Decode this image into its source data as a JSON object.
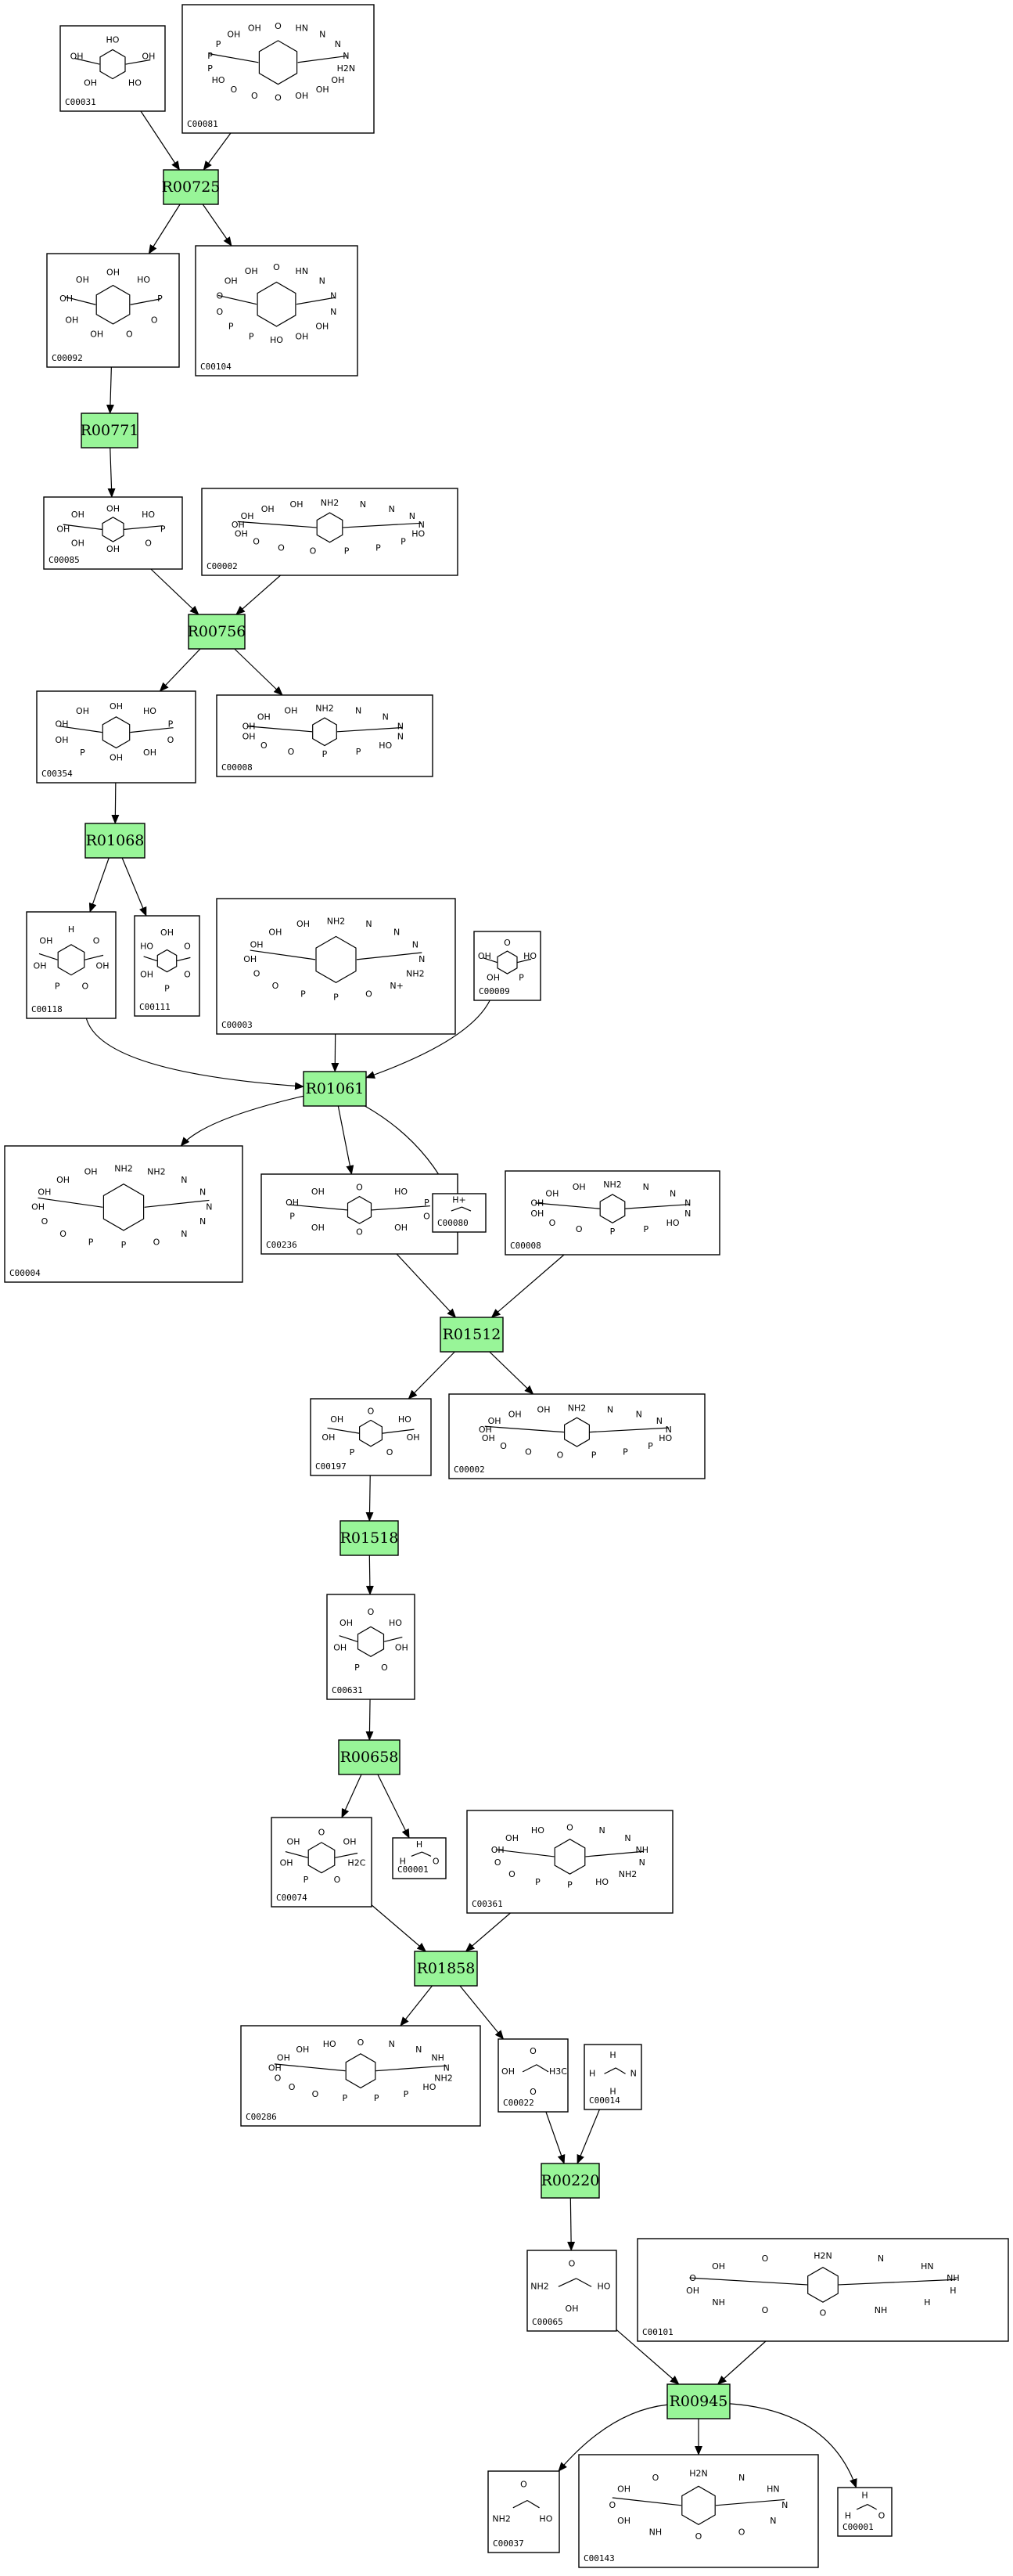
{
  "colors": {
    "reaction_fill": "#98f598",
    "edge": "#000000",
    "compound_border": "#000000"
  },
  "reactions": [
    {
      "id": "r1",
      "label": "R00725"
    },
    {
      "id": "r2",
      "label": "R00771"
    },
    {
      "id": "r3",
      "label": "R00756"
    },
    {
      "id": "r4",
      "label": "R01068"
    },
    {
      "id": "r5",
      "label": "R01061"
    },
    {
      "id": "r6",
      "label": "R01512"
    },
    {
      "id": "r7",
      "label": "R01518"
    },
    {
      "id": "r8",
      "label": "R00658"
    },
    {
      "id": "r9",
      "label": "R01858"
    },
    {
      "id": "r10",
      "label": "R00220"
    },
    {
      "id": "r11",
      "label": "R00945"
    }
  ],
  "compounds": [
    {
      "id": "c1",
      "label": "C00031",
      "atoms": [
        "HO",
        "OH",
        "HO",
        "OH",
        "OH"
      ]
    },
    {
      "id": "c2",
      "label": "C00081",
      "atoms": [
        "O",
        "HN",
        "N",
        "N",
        "N",
        "H2N",
        "OH",
        "OH",
        "OH",
        "O",
        "O",
        "O",
        "HO",
        "P",
        "P",
        "P",
        "OH",
        "OH"
      ]
    },
    {
      "id": "c3",
      "label": "C00092",
      "atoms": [
        "OH",
        "HO",
        "P",
        "O",
        "O",
        "OH",
        "OH",
        "OH",
        "OH"
      ]
    },
    {
      "id": "c4",
      "label": "C00104",
      "atoms": [
        "O",
        "HN",
        "N",
        "N",
        "N",
        "OH",
        "OH",
        "HO",
        "P",
        "P",
        "O",
        "O",
        "OH",
        "OH"
      ]
    },
    {
      "id": "c5",
      "label": "C00085",
      "atoms": [
        "OH",
        "HO",
        "P",
        "O",
        "OH",
        "OH",
        "OH",
        "OH"
      ]
    },
    {
      "id": "c6",
      "label": "C00002",
      "atoms": [
        "NH2",
        "N",
        "N",
        "N",
        "N",
        "HO",
        "P",
        "P",
        "P",
        "O",
        "O",
        "O",
        "OH",
        "OH",
        "OH",
        "OH",
        "OH"
      ]
    },
    {
      "id": "c7",
      "label": "C00354",
      "atoms": [
        "OH",
        "HO",
        "P",
        "O",
        "OH",
        "OH",
        "P",
        "OH",
        "OH",
        "OH"
      ]
    },
    {
      "id": "c8",
      "label": "C00008",
      "atoms": [
        "NH2",
        "N",
        "N",
        "N",
        "N",
        "HO",
        "P",
        "P",
        "O",
        "O",
        "OH",
        "OH",
        "OH",
        "OH"
      ]
    },
    {
      "id": "c9",
      "label": "C00118",
      "atoms": [
        "H",
        "O",
        "OH",
        "O",
        "P",
        "OH",
        "OH"
      ]
    },
    {
      "id": "c10",
      "label": "C00111",
      "atoms": [
        "OH",
        "O",
        "O",
        "P",
        "OH",
        "HO"
      ]
    },
    {
      "id": "c11",
      "label": "C00003",
      "atoms": [
        "NH2",
        "N",
        "N",
        "N",
        "N",
        "NH2",
        "N+",
        "O",
        "P",
        "P",
        "O",
        "O",
        "OH",
        "OH",
        "OH",
        "OH"
      ]
    },
    {
      "id": "c12",
      "label": "C00009",
      "atoms": [
        "O",
        "HO",
        "P",
        "OH",
        "OH"
      ]
    },
    {
      "id": "c13",
      "label": "C00004",
      "atoms": [
        "NH2",
        "NH2",
        "N",
        "N",
        "N",
        "N",
        "N",
        "O",
        "P",
        "P",
        "O",
        "O",
        "OH",
        "OH",
        "OH",
        "OH"
      ]
    },
    {
      "id": "c14",
      "label": "C00236",
      "atoms": [
        "O",
        "HO",
        "P",
        "O",
        "OH",
        "O",
        "OH",
        "P",
        "OH",
        "OH"
      ]
    },
    {
      "id": "c15",
      "label": "C00080",
      "atoms": [
        "H+"
      ]
    },
    {
      "id": "c16",
      "label": "C00008",
      "atoms": [
        "NH2",
        "N",
        "N",
        "N",
        "N",
        "HO",
        "P",
        "P",
        "O",
        "O",
        "OH",
        "OH",
        "OH",
        "OH"
      ]
    },
    {
      "id": "c17",
      "label": "C00197",
      "atoms": [
        "O",
        "HO",
        "OH",
        "O",
        "P",
        "OH",
        "OH"
      ]
    },
    {
      "id": "c18",
      "label": "C00002",
      "atoms": [
        "NH2",
        "N",
        "N",
        "N",
        "N",
        "HO",
        "P",
        "P",
        "P",
        "O",
        "O",
        "O",
        "OH",
        "OH",
        "OH",
        "OH",
        "OH"
      ]
    },
    {
      "id": "c19",
      "label": "C00631",
      "atoms": [
        "O",
        "HO",
        "OH",
        "O",
        "P",
        "OH",
        "OH"
      ]
    },
    {
      "id": "c20",
      "label": "C00074",
      "atoms": [
        "O",
        "OH",
        "H2C",
        "O",
        "P",
        "OH",
        "OH"
      ]
    },
    {
      "id": "c21",
      "label": "C00001",
      "atoms": [
        "H",
        "O",
        "H"
      ]
    },
    {
      "id": "c22",
      "label": "C00361",
      "atoms": [
        "O",
        "N",
        "N",
        "NH",
        "N",
        "NH2",
        "HO",
        "P",
        "P",
        "O",
        "O",
        "OH",
        "OH",
        "HO"
      ]
    },
    {
      "id": "c23",
      "label": "C00286",
      "atoms": [
        "O",
        "N",
        "N",
        "NH",
        "N",
        "NH2",
        "HO",
        "P",
        "P",
        "P",
        "O",
        "O",
        "O",
        "OH",
        "OH",
        "OH",
        "HO"
      ]
    },
    {
      "id": "c24",
      "label": "C00022",
      "atoms": [
        "O",
        "H3C",
        "O",
        "OH"
      ]
    },
    {
      "id": "c25",
      "label": "C00014",
      "atoms": [
        "H",
        "N",
        "H",
        "H"
      ]
    },
    {
      "id": "c26",
      "label": "C00065",
      "atoms": [
        "O",
        "HO",
        "OH",
        "NH2"
      ]
    },
    {
      "id": "c27",
      "label": "C00101",
      "atoms": [
        "H2N",
        "N",
        "HN",
        "NH",
        "H",
        "H",
        "NH",
        "O",
        "O",
        "NH",
        "OH",
        "O",
        "OH",
        "O"
      ]
    },
    {
      "id": "c28",
      "label": "C00037",
      "atoms": [
        "O",
        "HO",
        "NH2"
      ]
    },
    {
      "id": "c29",
      "label": "C00143",
      "atoms": [
        "H2N",
        "N",
        "HN",
        "N",
        "N",
        "O",
        "O",
        "NH",
        "OH",
        "O",
        "OH",
        "O"
      ]
    },
    {
      "id": "c30",
      "label": "C00001",
      "atoms": [
        "H",
        "O",
        "H"
      ]
    }
  ]
}
